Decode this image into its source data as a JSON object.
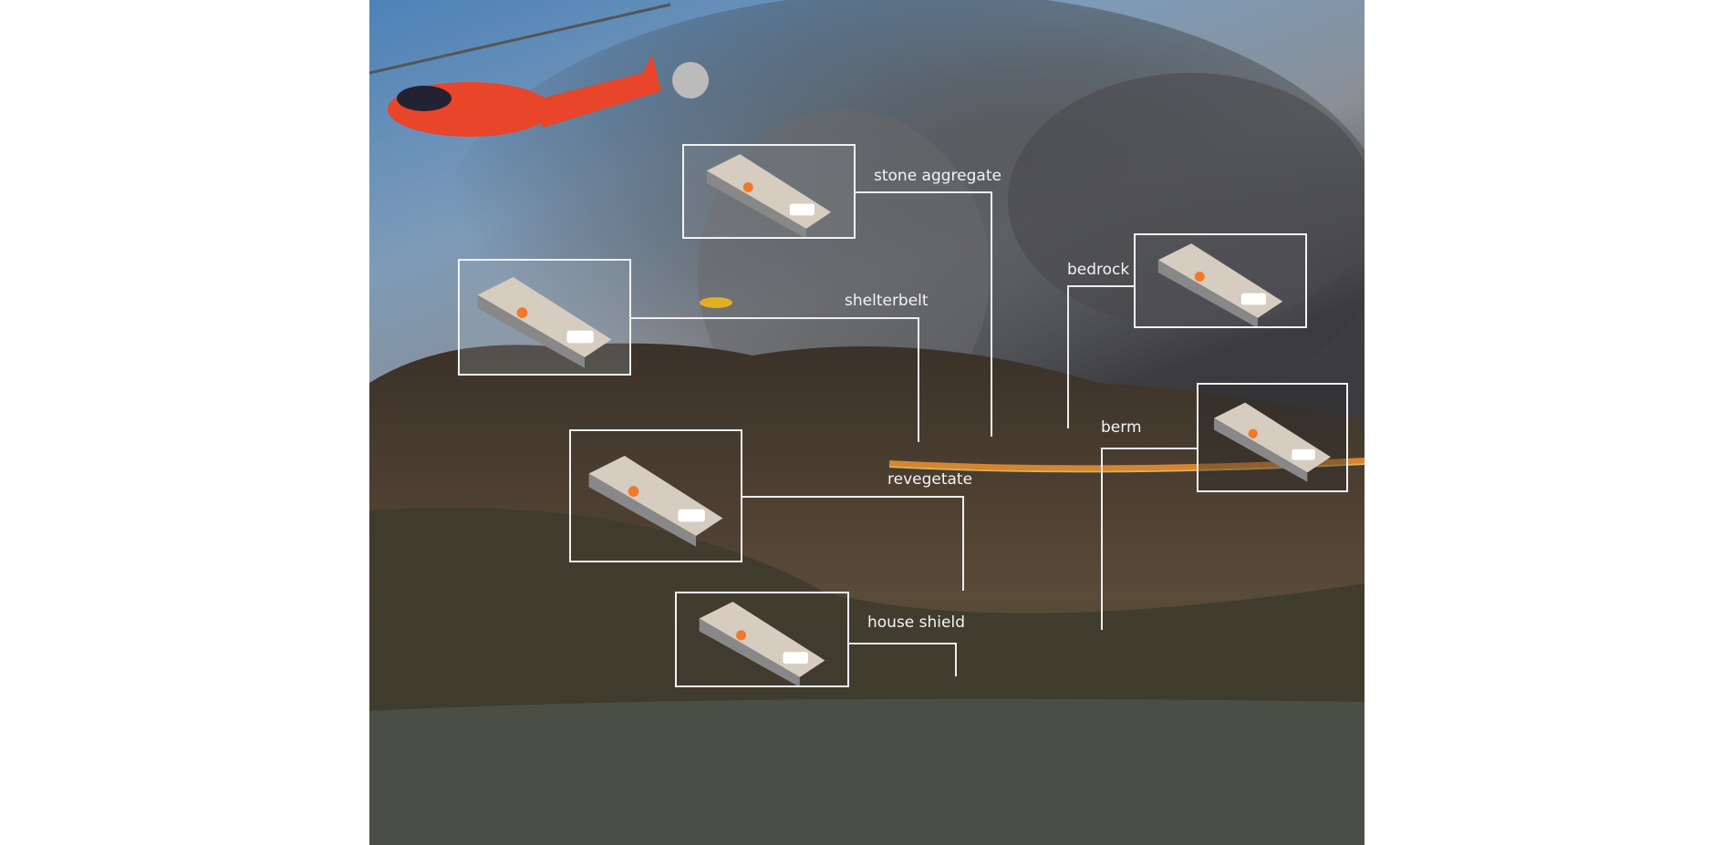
{
  "annotations": [
    {
      "id": "stone-aggregate",
      "label": "stone aggregate"
    },
    {
      "id": "shelterbelt",
      "label": "shelterbelt"
    },
    {
      "id": "bedrock",
      "label": "bedrock"
    },
    {
      "id": "berm",
      "label": "berm"
    },
    {
      "id": "revegetate",
      "label": "revegetate"
    },
    {
      "id": "house-shield",
      "label": "house shield"
    }
  ],
  "colors": {
    "fire": "#f07a2a",
    "diagram_fill": "#d6ccbf",
    "helicopter": "#e8452a"
  }
}
